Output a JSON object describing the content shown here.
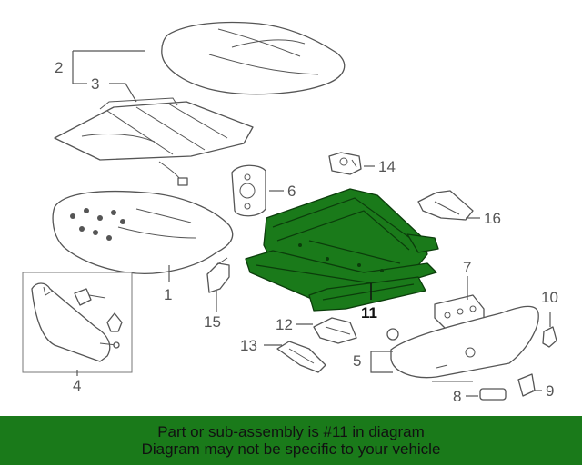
{
  "callouts": {
    "n1": "1",
    "n2": "2",
    "n3": "3",
    "n4": "4",
    "n5": "5",
    "n6": "6",
    "n7": "7",
    "n8": "8",
    "n9": "9",
    "n10": "10",
    "n11": "11",
    "n12": "12",
    "n13": "13",
    "n14": "14",
    "n15": "15",
    "n16": "16"
  },
  "highlighted_part": "11",
  "colors": {
    "highlight": "#1a7a1a",
    "line": "#555555",
    "banner": "#1a7a1a"
  },
  "banner": {
    "line1": "Part or sub-assembly is #11 in diagram",
    "line2": "Diagram may not be specific to your vehicle"
  }
}
